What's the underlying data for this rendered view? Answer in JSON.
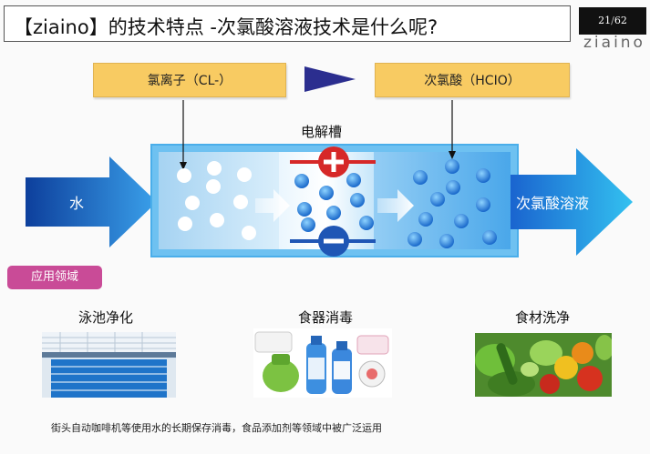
{
  "header": {
    "title": "【ziaino】的技术特点 -次氯酸溶液技术是什么呢?",
    "page_current": "21",
    "page_total": "62",
    "logo_text": "ziaino"
  },
  "diagram": {
    "input_ion_label": "氯离子（CL-）",
    "output_acid_label": "次氯酸（HCIO）",
    "cell_label": "电解槽",
    "water_label": "水",
    "product_label": "次氯酸溶液",
    "electrode_positive": "+",
    "electrode_negative": "−"
  },
  "applications": {
    "section_label": "应用领域",
    "items": [
      {
        "label": "泳池净化",
        "photo": "swimming-pool"
      },
      {
        "label": "食器消毒",
        "photo": "baby-tableware-and-bottles"
      },
      {
        "label": "食材洗净",
        "photo": "fresh-vegetables"
      }
    ],
    "footnote": "街头自动咖啡机等使用水的长期保存消毒，食品添加剂等领域中被广泛运用"
  },
  "colors": {
    "tag_fill": "#f8cb62",
    "flow_arrow": "#1c6fd0",
    "cell_border": "#5ab4ee",
    "positive_electrode": "#d62828",
    "negative_electrode": "#1f56b5",
    "section_badge": "#c94b97",
    "direction_arrow": "#2b2e8f"
  }
}
